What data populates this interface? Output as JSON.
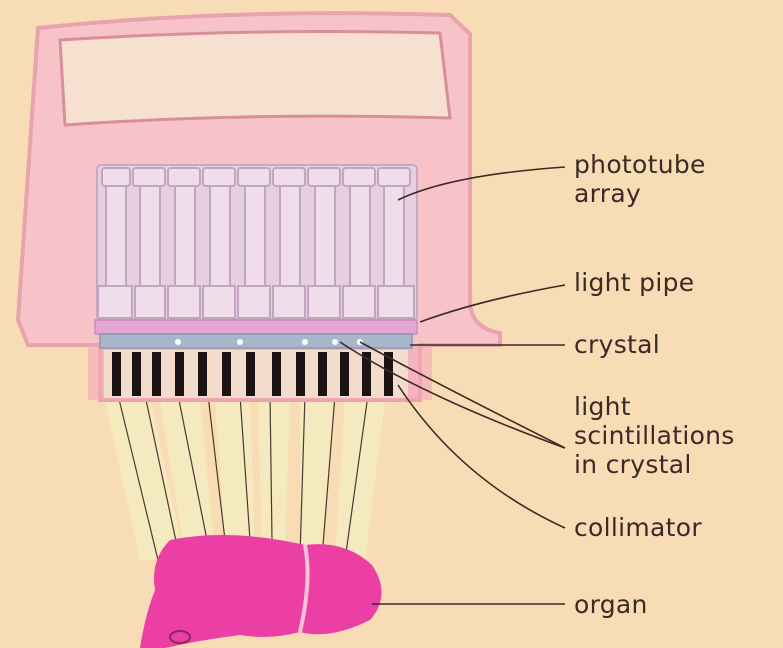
{
  "labels": {
    "phototube_array": [
      "phototube",
      "array"
    ],
    "light_pipe": "light pipe",
    "crystal": "crystal",
    "light_scintillations": [
      "light",
      "scintillations",
      "in crystal"
    ],
    "collimator": "collimator",
    "organ": "organ"
  },
  "colors": {
    "background": "#f8dcb6",
    "housing": "#f7c3c9",
    "housing_edge": "#e8a3ad",
    "window": "#f6e0cf",
    "phototube": "#efdde9",
    "phototube_shadow": "#cdb3cc",
    "light_pipe": "#e4a6d6",
    "crystal": "#a8b6cc",
    "collimator_septa": "#1c1414",
    "organ": "#ec3fa5",
    "gamma_beam": "#f5ecc0",
    "leader_line": "#3b2a26"
  }
}
